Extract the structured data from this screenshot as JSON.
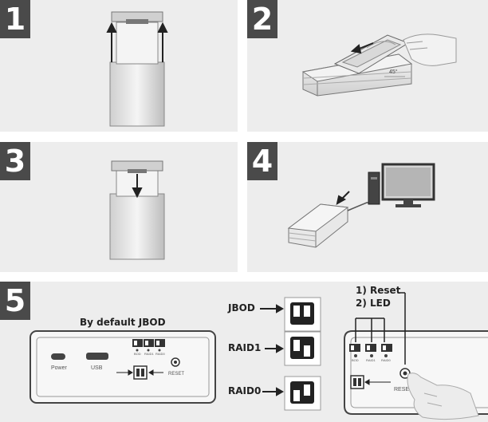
{
  "steps": [
    {
      "number": "1"
    },
    {
      "number": "2"
    },
    {
      "number": "3"
    },
    {
      "number": "4"
    },
    {
      "number": "5"
    }
  ],
  "step2": {
    "angle_label": "45°"
  },
  "step5": {
    "default_caption": "By default JBOD",
    "ports": {
      "power": "Power",
      "usb": "USB",
      "reset": "RESET"
    },
    "switch_labels": [
      "BOD",
      "RAID1",
      "RAID0"
    ],
    "modes": [
      "JBOD",
      "RAID1",
      "RAID0"
    ],
    "instructions": [
      "1) Reset",
      "2) LED"
    ],
    "reset_partial": "RESE"
  }
}
